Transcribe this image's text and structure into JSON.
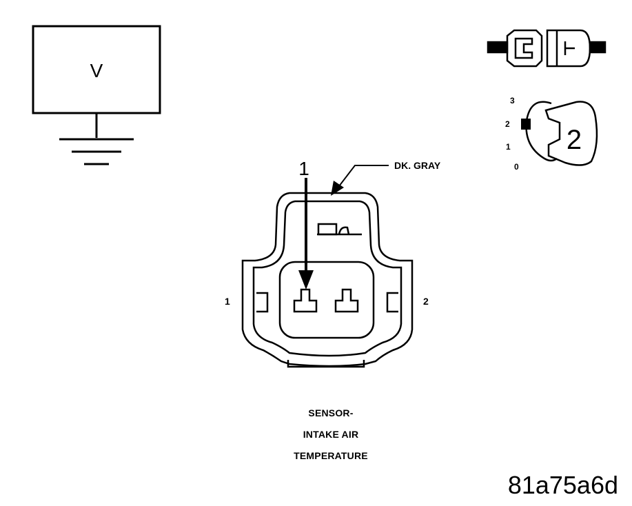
{
  "voltmeter": {
    "label": "V"
  },
  "connector": {
    "callout_number": "1",
    "wire_color_label": "DK. GRAY",
    "pin_left_label": "1",
    "pin_right_label": "2"
  },
  "probe_icon": {
    "scale_labels": [
      "3",
      "2",
      "1",
      "0"
    ],
    "selected_number": "2"
  },
  "caption": {
    "line1": "SENSOR-",
    "line2": "INTAKE AIR",
    "line3": "TEMPERATURE"
  },
  "reference_code": "81a75a6d"
}
